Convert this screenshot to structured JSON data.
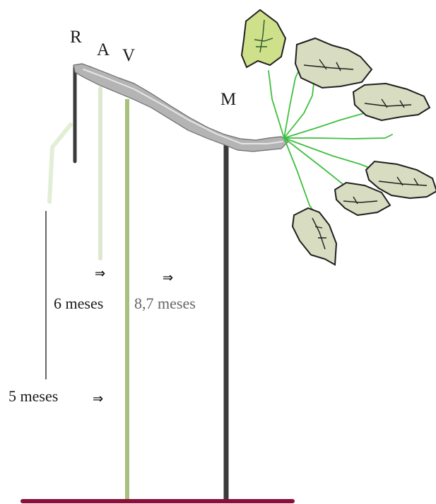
{
  "labels": {
    "r": "R",
    "a": "A",
    "v": "V",
    "m": "M",
    "six_months": "6 meses",
    "eight_seven_months": "8,7 meses",
    "five_months": "5 meses"
  },
  "arrow_symbol": "⇒",
  "colors": {
    "branch": "#9a9a9a",
    "stem_r": "#3a3a3a",
    "stem_m": "#3a3a3a",
    "stem_a": "#dde9cf",
    "stem_v": "#a8c07e",
    "stem_5": "#e3eed7",
    "vine": "#3fbf3f",
    "leaf_fill": "#d8dcc0",
    "leaf_edge": "#1f1f1f",
    "leaf_first": "#cfe08a",
    "ground": "#8a0f3a",
    "text_dark": "#1a1a1a",
    "text_gray": "#666666"
  }
}
